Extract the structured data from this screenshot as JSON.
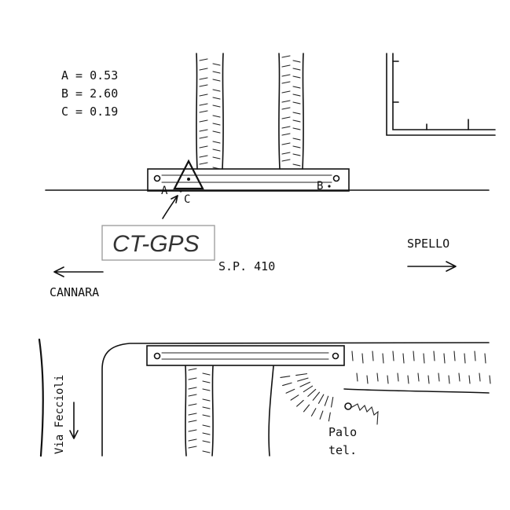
{
  "values": {
    "a": "A = 0.53",
    "b": "B = 2.60",
    "c": "C = 0.19"
  },
  "markers": {
    "a": "A",
    "b": "B",
    "c": "C"
  },
  "labels": {
    "ct_gps": "CT-GPS",
    "road": "S.P. 410",
    "spello": "SPELLO",
    "cannara": "CANNARA",
    "via": "Via Feccioli",
    "palo_line1": "Palo",
    "palo_line2": "tel."
  }
}
